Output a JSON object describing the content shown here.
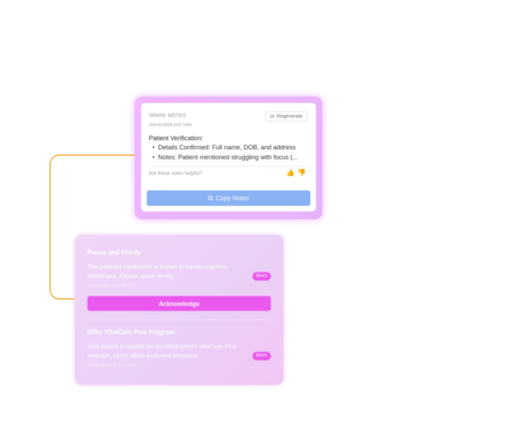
{
  "notes_card": {
    "eyebrow": "SPARK NOTES",
    "generated": "Generated just now",
    "regenerate_label": "Regenerate",
    "heading": "Patient Verification:",
    "bullets": [
      "Details Confirmed: Full name, DOB, and address",
      "Notes: Patient mentioned struggling with focus (..."
    ],
    "feedback_question": "Are these notes helpful?",
    "copy_label": "Copy Notes"
  },
  "alerts_card": {
    "alerts": [
      {
        "title": "Pause and Clarify",
        "body": "The patient's medication is known to cause cognitive challenges. Please speak slowly.",
        "time": "Generated at 2:31 PM",
        "more_label": "More"
      },
      {
        "title": "Offer VitalCare Plus Program",
        "body": "This patient is eligible for our Medisphere VitalCare Plus program, which offers exclusive discounts.",
        "time": "Generated at 2:32 PM",
        "more_label": "More"
      }
    ],
    "acknowledge_label": "Acknowledge"
  },
  "colors": {
    "connector": "#f7b955",
    "copy_button": "#88b2f3",
    "accent_pink": "#ea55ef",
    "glow": "#e6b3ff"
  },
  "icons": {
    "regenerate": "refresh-icon",
    "thumbs_up": "thumbs-up-icon",
    "thumbs_down": "thumbs-down-icon",
    "copy": "copy-icon"
  }
}
